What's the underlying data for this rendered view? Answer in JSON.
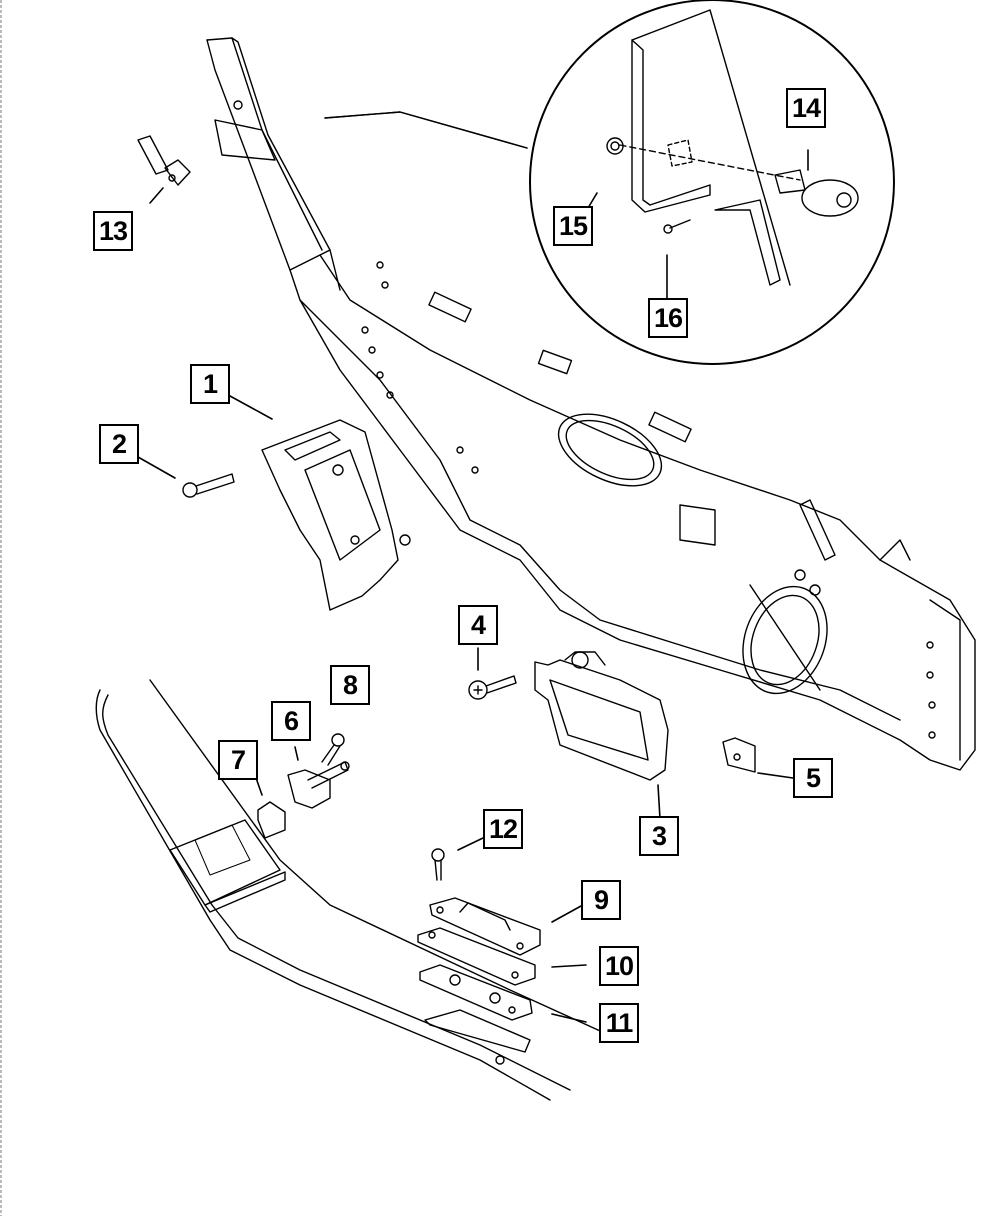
{
  "diagram": {
    "type": "exploded-parts",
    "subject": "door latch and handle assembly",
    "line_color": "#000000",
    "background_color": "#ffffff",
    "callouts": [
      {
        "id": "1",
        "label": "1",
        "part": "door-latch"
      },
      {
        "id": "2",
        "label": "2",
        "part": "latch-screw"
      },
      {
        "id": "3",
        "label": "3",
        "part": "inside-handle"
      },
      {
        "id": "4",
        "label": "4",
        "part": "handle-screw"
      },
      {
        "id": "5",
        "label": "5",
        "part": "clip"
      },
      {
        "id": "6",
        "label": "6",
        "part": "striker"
      },
      {
        "id": "7",
        "label": "7",
        "part": "striker-shim"
      },
      {
        "id": "8",
        "label": "8",
        "part": "striker-screw"
      },
      {
        "id": "9",
        "label": "9",
        "part": "latch-plate"
      },
      {
        "id": "10",
        "label": "10",
        "part": "plate-gasket"
      },
      {
        "id": "11",
        "label": "11",
        "part": "plate-backing"
      },
      {
        "id": "12",
        "label": "12",
        "part": "plate-screw"
      },
      {
        "id": "13",
        "label": "13",
        "part": "bracket-clip"
      },
      {
        "id": "14",
        "label": "14",
        "part": "lock-cylinder"
      },
      {
        "id": "15",
        "label": "15",
        "part": "nut"
      },
      {
        "id": "16",
        "label": "16",
        "part": "screw"
      }
    ]
  }
}
